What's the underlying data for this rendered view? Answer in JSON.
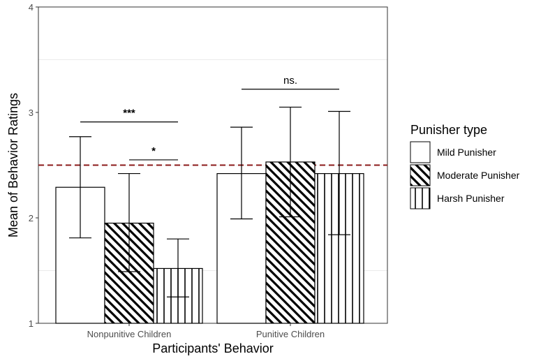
{
  "chart_data": {
    "type": "bar",
    "categories": [
      "Nonpunitive Children",
      "Punitive Children"
    ],
    "series": [
      {
        "name": "Mild Punisher",
        "pattern": "none",
        "values": [
          2.29,
          2.42
        ],
        "err_low": [
          1.81,
          1.99
        ],
        "err_high": [
          2.77,
          2.86
        ]
      },
      {
        "name": "Moderate Punisher",
        "pattern": "diagonal",
        "values": [
          1.95,
          2.53
        ],
        "err_low": [
          1.49,
          2.01
        ],
        "err_high": [
          2.42,
          3.05
        ]
      },
      {
        "name": "Harsh Punisher",
        "pattern": "vertical",
        "values": [
          1.52,
          2.42
        ],
        "err_low": [
          1.25,
          1.84
        ],
        "err_high": [
          1.8,
          3.01
        ]
      }
    ],
    "xlabel": "Participants' Behavior",
    "ylabel": "Mean of Behavior Ratings",
    "ylim": [
      1,
      4
    ],
    "yticks": [
      "1",
      "2",
      "3",
      "4"
    ],
    "reference_line": {
      "value": 2.5,
      "style": "dashed",
      "color": "#8b1a1a"
    },
    "legend": {
      "title": "Punisher type",
      "position": "right"
    },
    "significance": [
      {
        "label": "***",
        "group": 0,
        "from_series": 0,
        "to_series": 2,
        "y": 2.91
      },
      {
        "label": "*",
        "group": 0,
        "from_series": 1,
        "to_series": 2,
        "y": 2.55
      },
      {
        "label": "ns.",
        "group": 1,
        "from_series": 0,
        "to_series": 2,
        "y": 3.22
      }
    ],
    "grid": true
  }
}
